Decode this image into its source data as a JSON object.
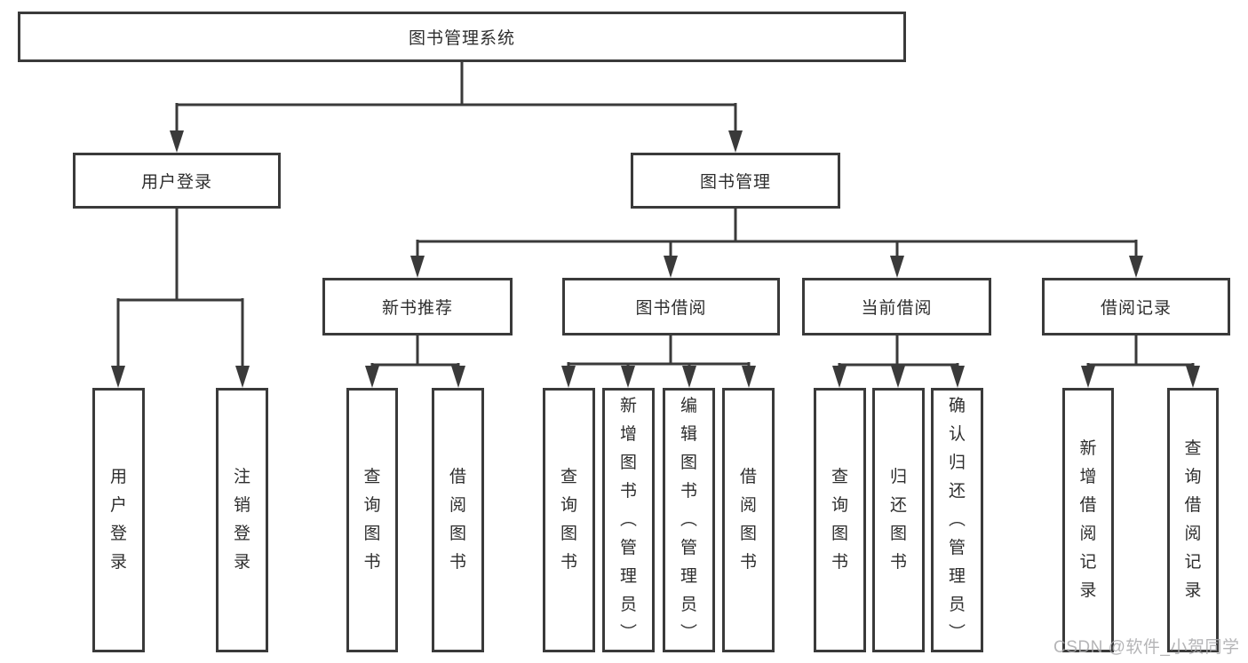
{
  "diagram": {
    "type": "tree-structure-chart",
    "title": "图书管理系统",
    "watermark": "CSDN @软件_小贺同学",
    "colors": {
      "background": "#ffffff",
      "line": "#3a3a3a",
      "box_border": "#3a3a3a",
      "text": "#2e2e2e",
      "watermark": "#a8a8aa"
    },
    "nodes": {
      "root": {
        "label": "图书管理系统"
      },
      "user_login": {
        "label": "用户登录"
      },
      "book_mgmt": {
        "label": "图书管理"
      },
      "new_book": {
        "label": "新书推荐"
      },
      "book_borrow": {
        "label": "图书借阅"
      },
      "current_borrow": {
        "label": "当前借阅"
      },
      "borrow_record": {
        "label": "借阅记录"
      },
      "leaf_user_login": {
        "label": "用户登录"
      },
      "leaf_logout": {
        "label": "注销登录"
      },
      "leaf_nb_query": {
        "label": "查询图书"
      },
      "leaf_nb_borrow": {
        "label": "借阅图书"
      },
      "leaf_bb_query": {
        "label": "查询图书"
      },
      "leaf_bb_add": {
        "label": "新增图书（管理员）"
      },
      "leaf_bb_edit": {
        "label": "编辑图书（管理员）"
      },
      "leaf_bb_borrow": {
        "label": "借阅图书"
      },
      "leaf_cb_query": {
        "label": "查询图书"
      },
      "leaf_cb_return": {
        "label": "归还图书"
      },
      "leaf_cb_confirm": {
        "label": "确认归还（管理员）"
      },
      "leaf_br_add": {
        "label": "新增借阅记录"
      },
      "leaf_br_query": {
        "label": "查询借阅记录"
      }
    },
    "hierarchy": {
      "图书管理系统": {
        "用户登录": [
          "用户登录",
          "注销登录"
        ],
        "图书管理": {
          "新书推荐": [
            "查询图书",
            "借阅图书"
          ],
          "图书借阅": [
            "查询图书",
            "新增图书（管理员）",
            "编辑图书（管理员）",
            "借阅图书"
          ],
          "当前借阅": [
            "查询图书",
            "归还图书",
            "确认归还（管理员）"
          ],
          "借阅记录": [
            "新增借阅记录",
            "查询借阅记录"
          ]
        }
      }
    }
  }
}
